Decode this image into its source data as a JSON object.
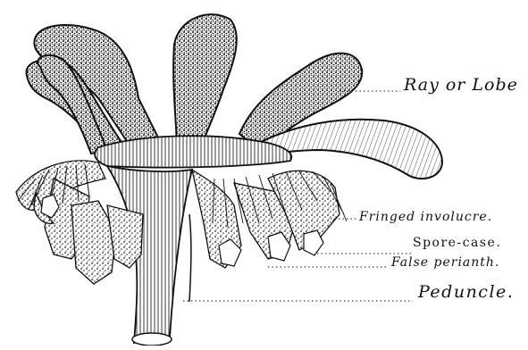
{
  "labels": {
    "ray_or_lobe": "Ray or Lobe",
    "fringed_involucre": "Fringed involucre.",
    "spore_case": "Spore-case.",
    "false_perianth": "False perianth.",
    "peduncle": "Peduncle."
  },
  "colors": {
    "ink": "#111111",
    "paper": "#ffffff"
  }
}
